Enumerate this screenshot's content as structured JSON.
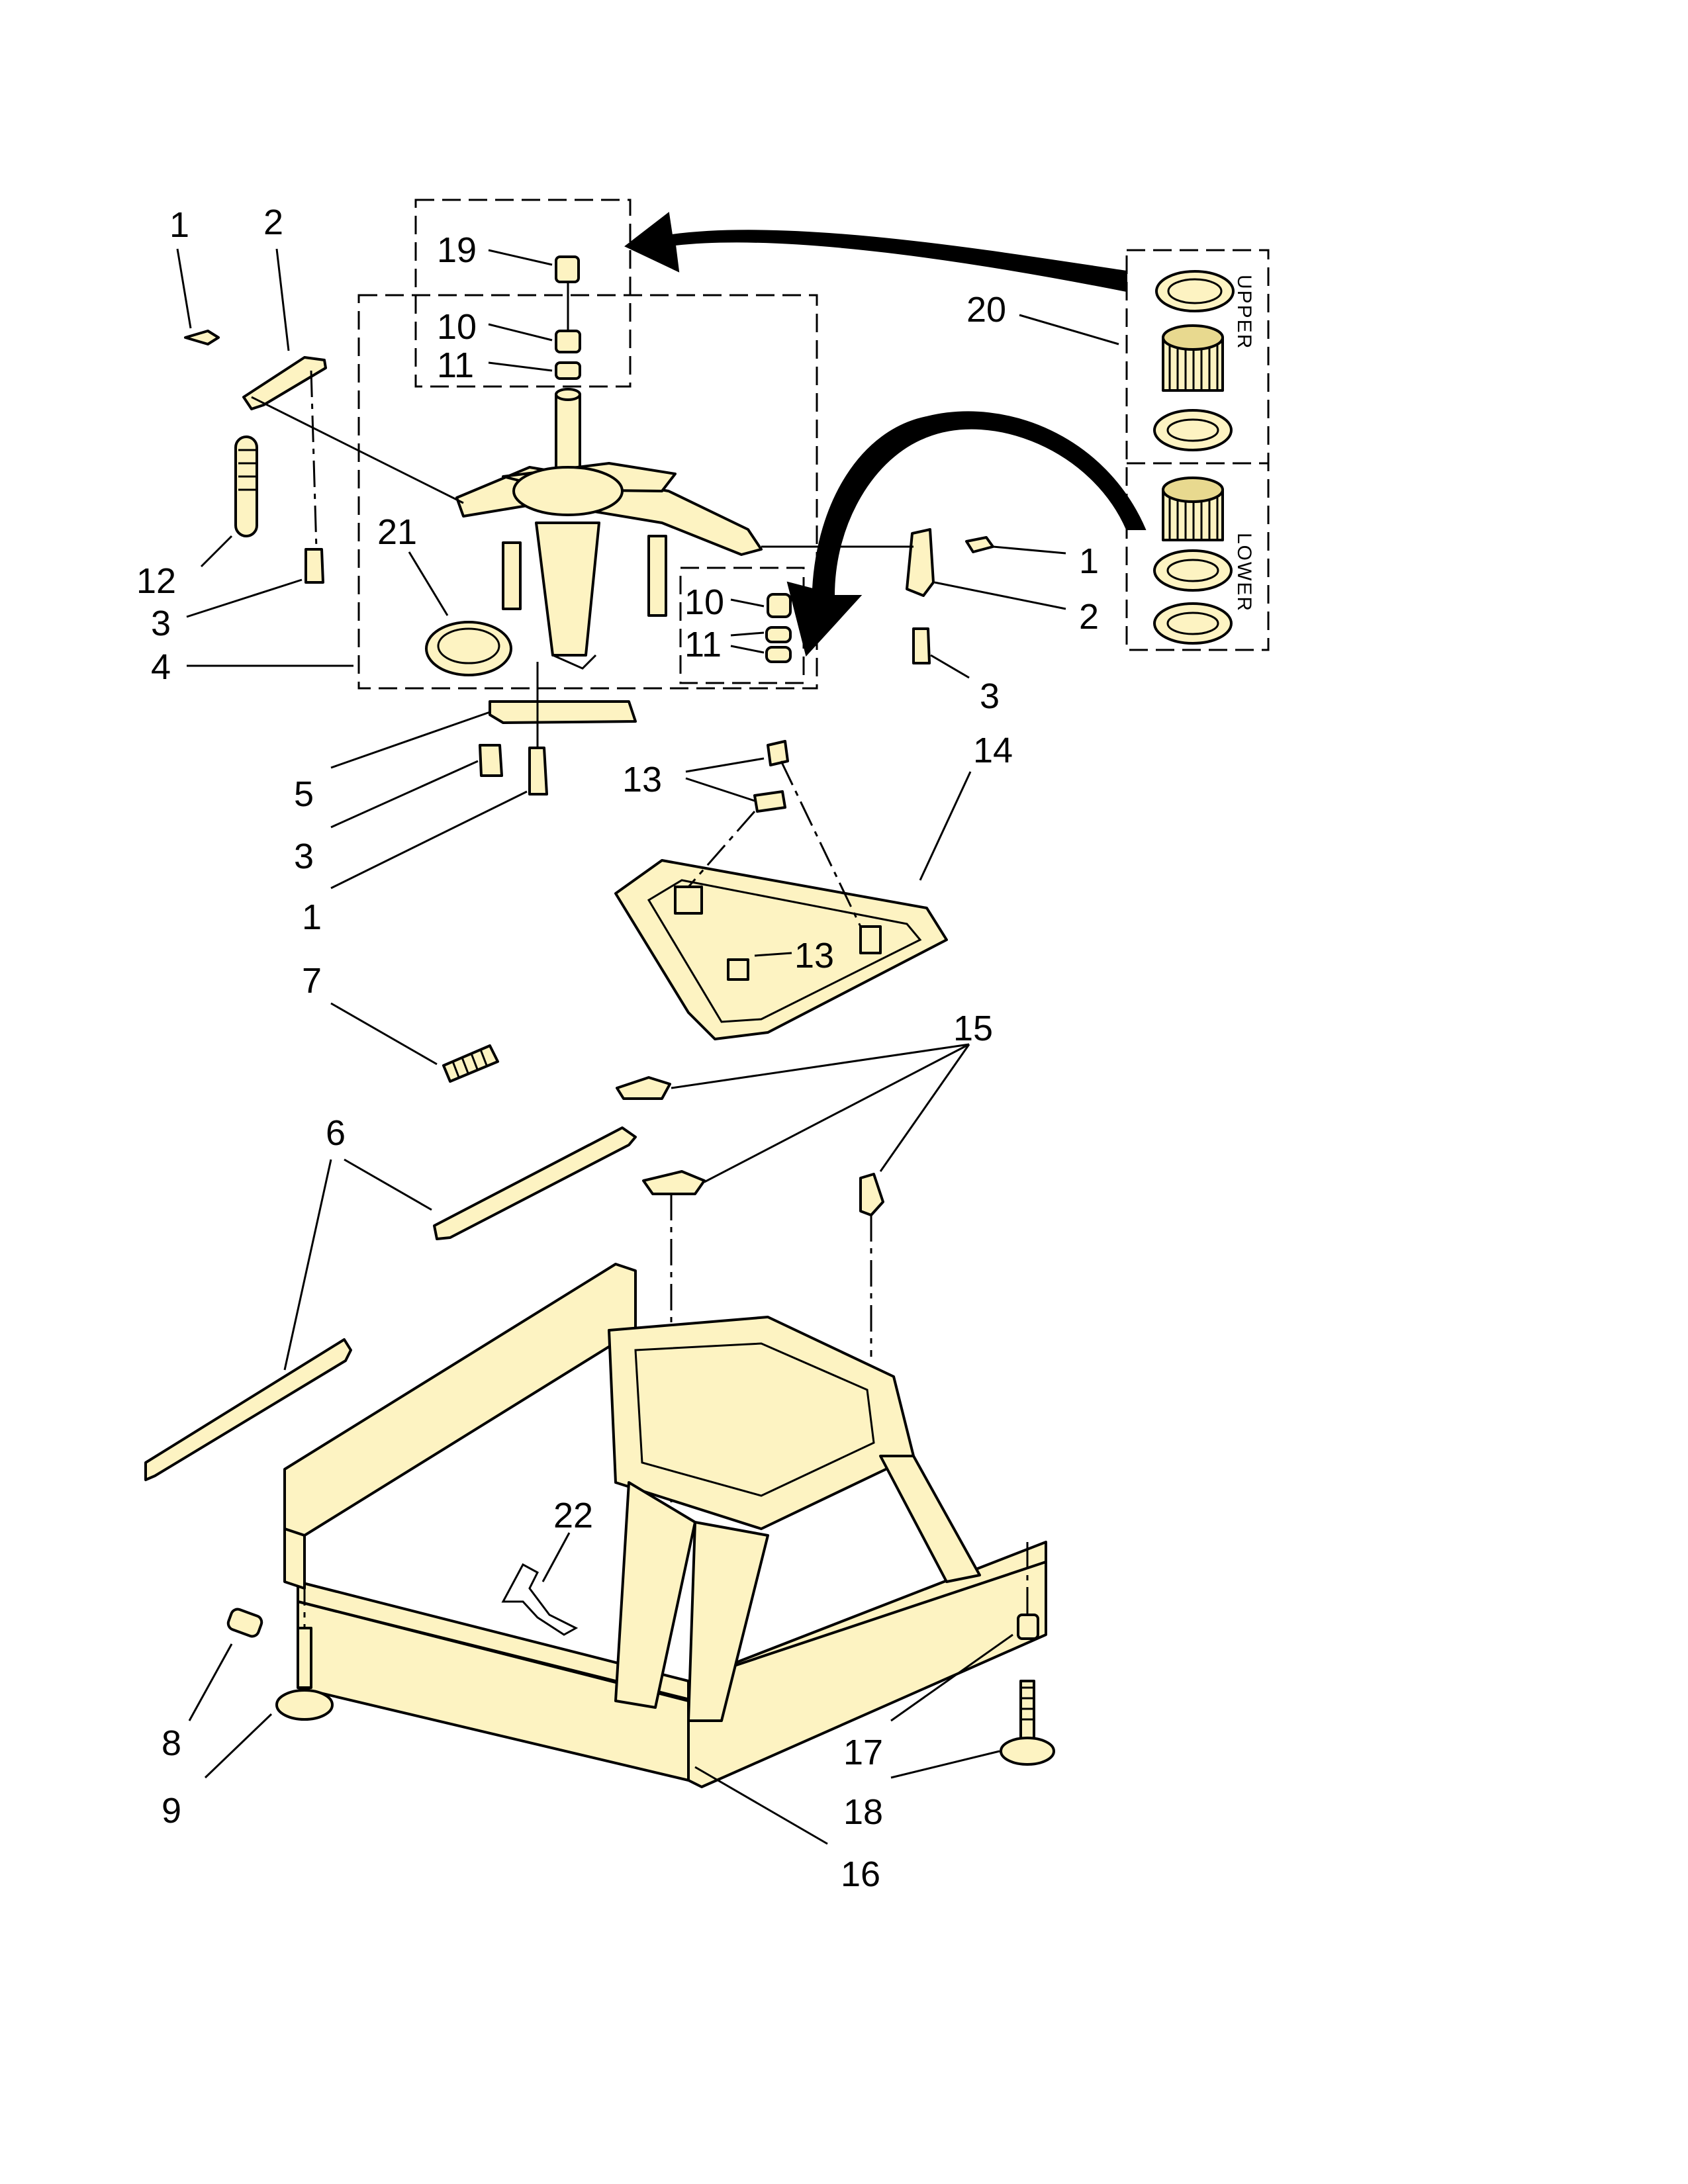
{
  "callouts": [
    {
      "id": "c1a",
      "text": "1"
    },
    {
      "id": "c2a",
      "text": "2"
    },
    {
      "id": "c19",
      "text": "19"
    },
    {
      "id": "c10a",
      "text": "10"
    },
    {
      "id": "c11a",
      "text": "11"
    },
    {
      "id": "c20",
      "text": "20"
    },
    {
      "id": "c12",
      "text": "12"
    },
    {
      "id": "c3a",
      "text": "3"
    },
    {
      "id": "c21",
      "text": "21"
    },
    {
      "id": "c4",
      "text": "4"
    },
    {
      "id": "c1b",
      "text": "1"
    },
    {
      "id": "c10b",
      "text": "10"
    },
    {
      "id": "c11b",
      "text": "11"
    },
    {
      "id": "c2b",
      "text": "2"
    },
    {
      "id": "c3b",
      "text": "3"
    },
    {
      "id": "c5",
      "text": "5"
    },
    {
      "id": "c3c",
      "text": "3"
    },
    {
      "id": "c1c",
      "text": "1"
    },
    {
      "id": "c13a",
      "text": "13"
    },
    {
      "id": "c14",
      "text": "14"
    },
    {
      "id": "c13b",
      "text": "13"
    },
    {
      "id": "c7",
      "text": "7"
    },
    {
      "id": "c15",
      "text": "15"
    },
    {
      "id": "c6",
      "text": "6"
    },
    {
      "id": "c22",
      "text": "22"
    },
    {
      "id": "c8",
      "text": "8"
    },
    {
      "id": "c9",
      "text": "9"
    },
    {
      "id": "c17",
      "text": "17"
    },
    {
      "id": "c18",
      "text": "18"
    },
    {
      "id": "c16",
      "text": "16"
    }
  ],
  "kit_box": {
    "upper_label": "UPPER",
    "lower_label": "LOWER"
  }
}
